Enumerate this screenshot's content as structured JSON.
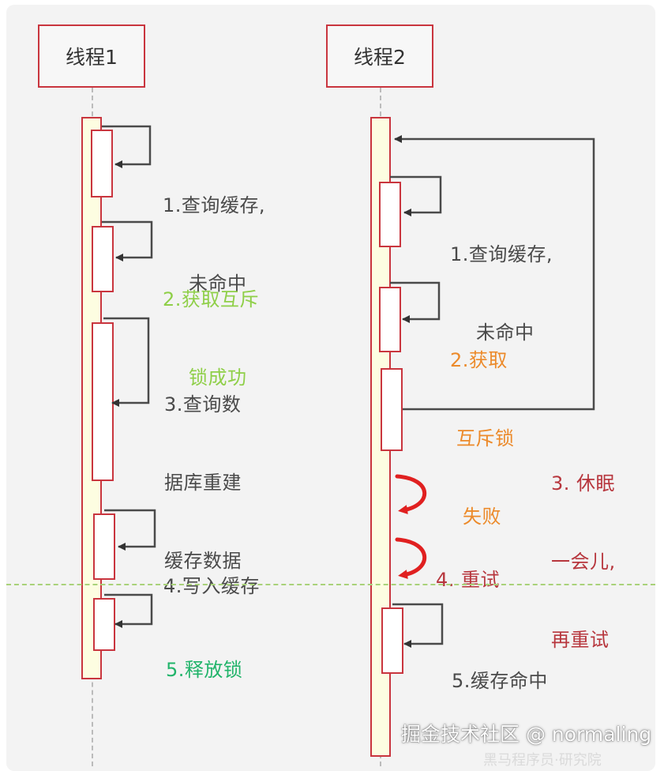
{
  "threads": {
    "t1": {
      "title": "线程1"
    },
    "t2": {
      "title": "线程2"
    }
  },
  "thread1_steps": [
    {
      "lines": [
        "1.查询缓存,",
        "未命中"
      ]
    },
    {
      "lines": [
        "2.获取互斥",
        "锁成功"
      ]
    },
    {
      "lines": [
        "3.查询数",
        "据库重建",
        "缓存数据"
      ]
    },
    {
      "lines": [
        "4.写入缓存"
      ]
    },
    {
      "lines": [
        "5.释放锁"
      ]
    }
  ],
  "thread2_steps": [
    {
      "lines": [
        "1.查询缓存,",
        "未命中"
      ]
    },
    {
      "lines": [
        "2.获取",
        "互斥锁",
        "失败"
      ]
    },
    {
      "lines": [
        "3. 休眠",
        "一会儿,",
        "再重试"
      ]
    },
    {
      "lines": [
        "4. 重试"
      ]
    },
    {
      "lines": [
        "5.缓存命中"
      ]
    }
  ],
  "watermark": "掘金技术社区 @ normaling",
  "watermark_bottom": "黑马程序员·研究院",
  "colors": {
    "box_border": "#c9353e",
    "lifeline_fill": "#fdfde1",
    "label_gray": "#4a4a4a",
    "label_green_light": "#8fcf48",
    "label_green_dark": "#21b46a",
    "label_orange": "#ec8a2a",
    "label_red": "#b7363d",
    "retry_arrow": "#e02020",
    "divider": "#a9d27a"
  }
}
